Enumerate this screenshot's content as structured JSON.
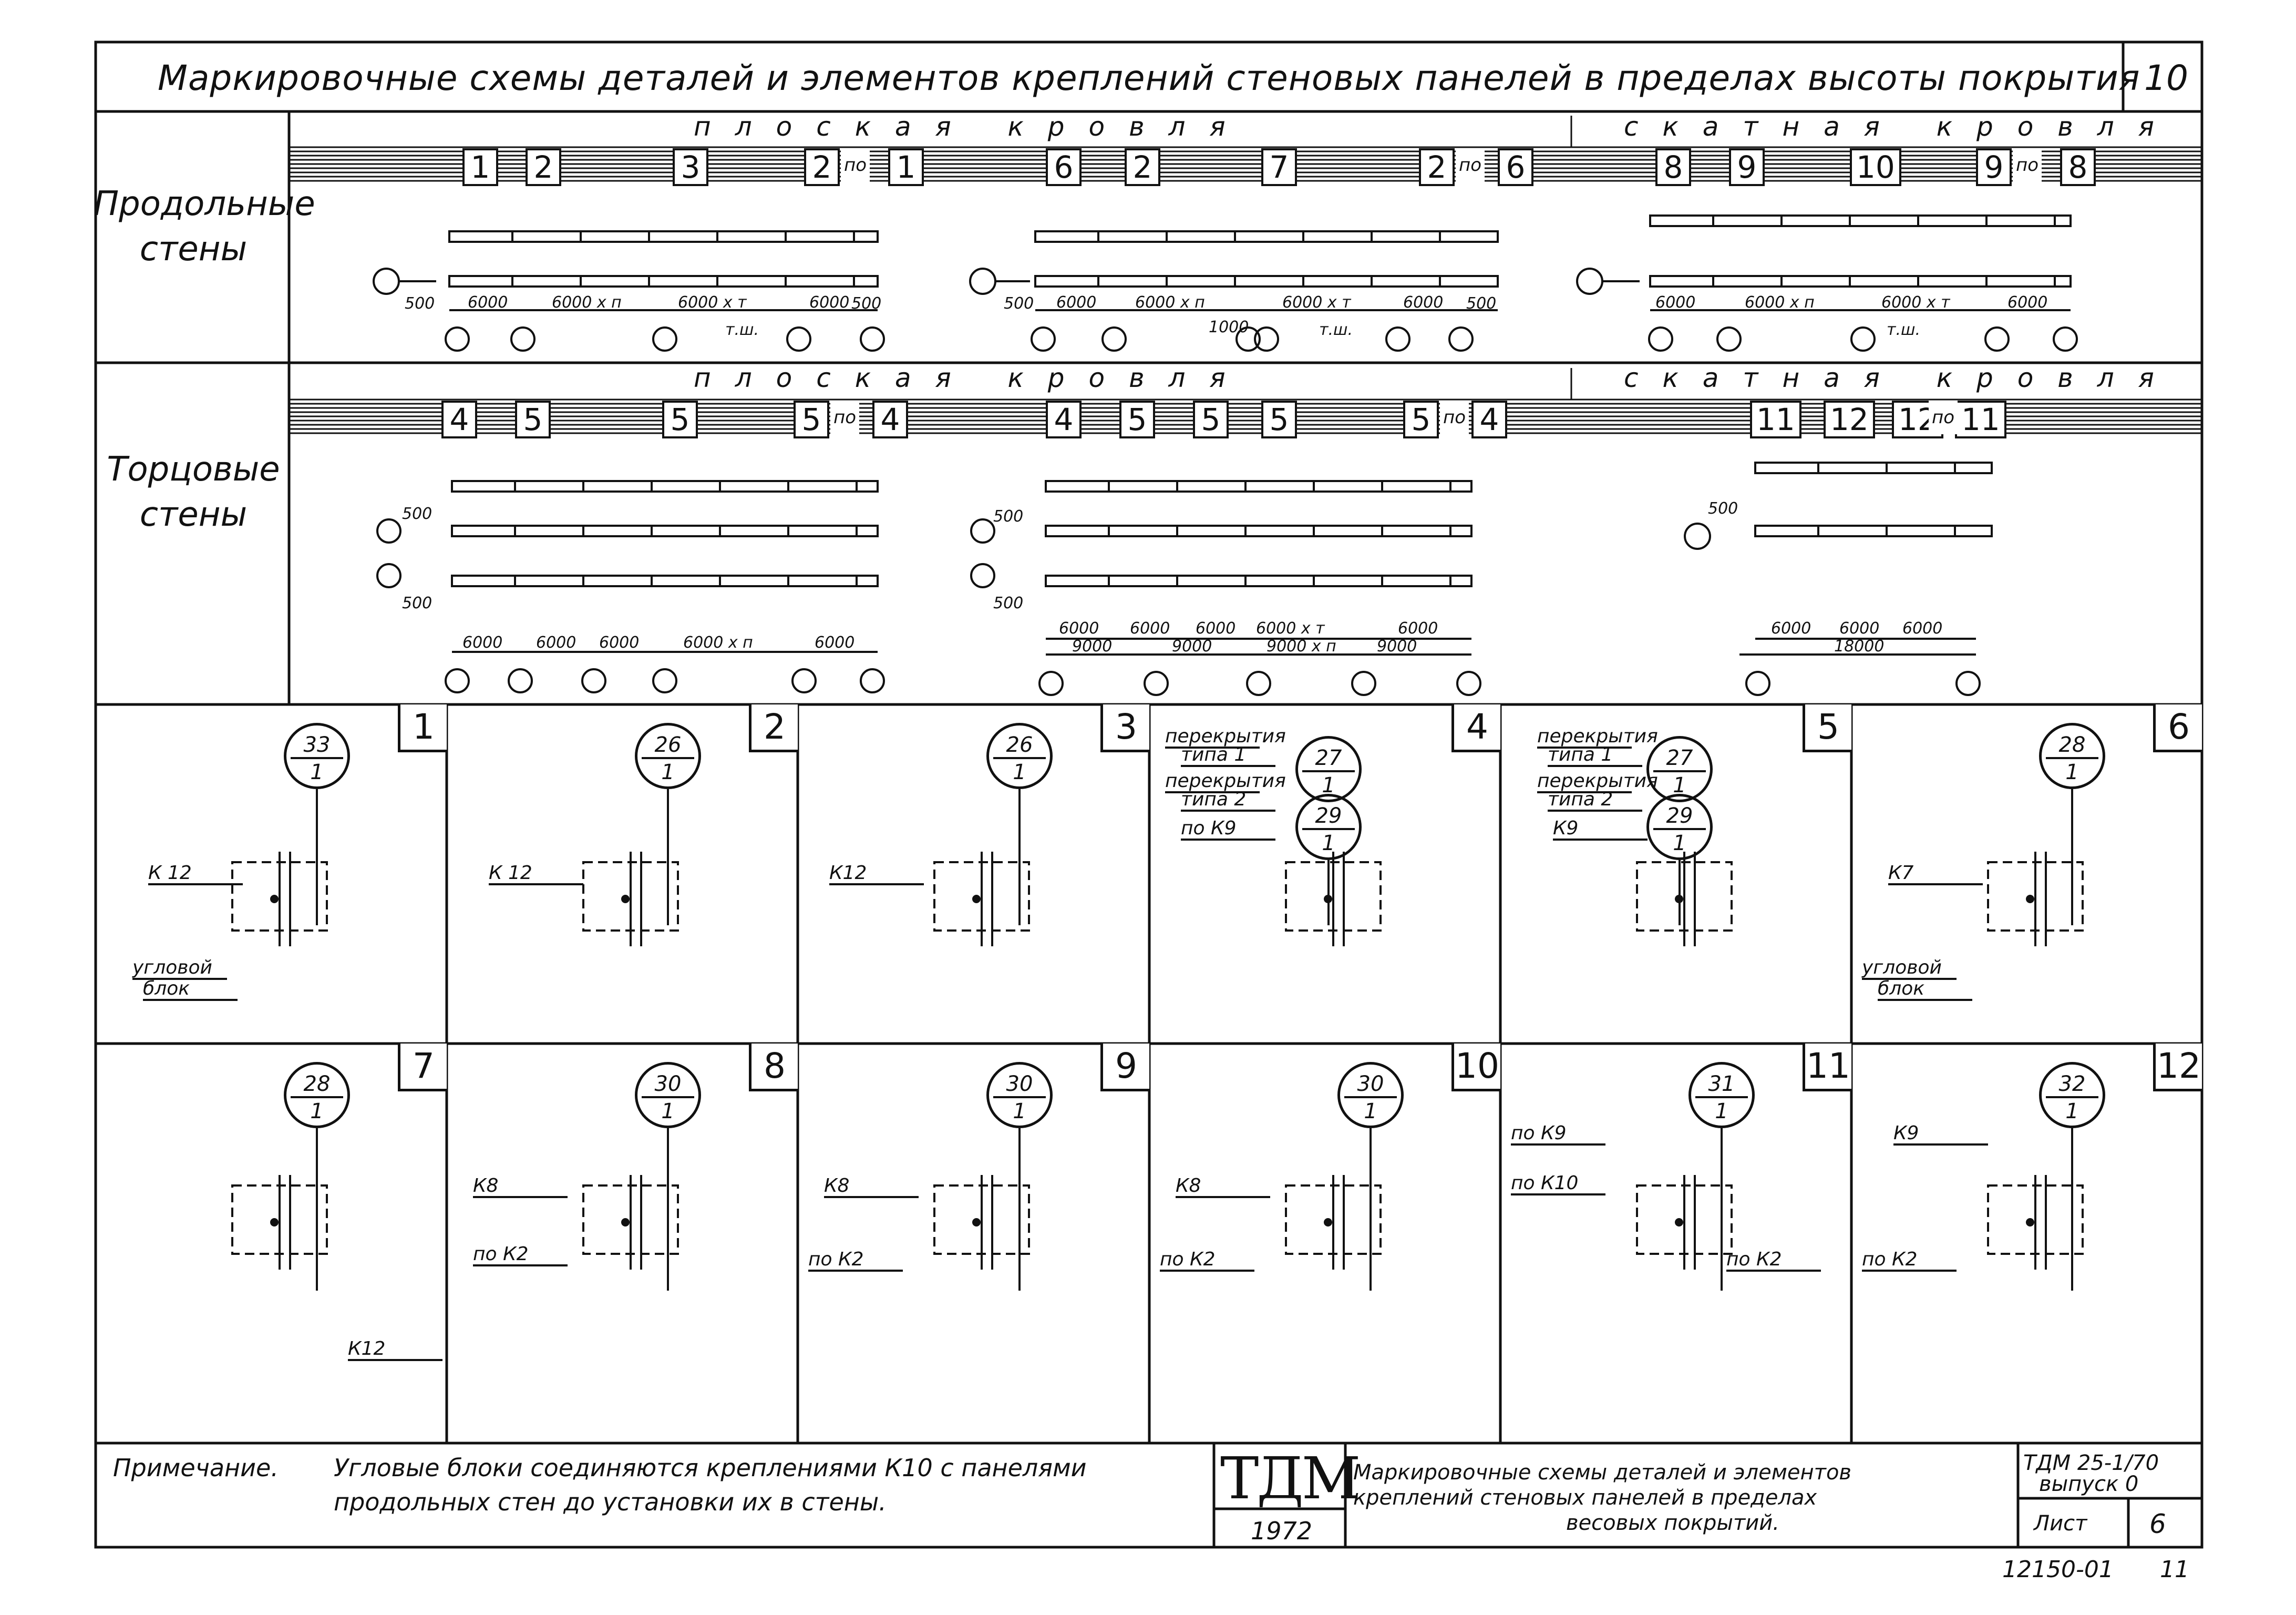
{
  "header": {
    "title": "Маркировочные схемы деталей и элементов креплений стеновых панелей в пределах высоты покрытия",
    "sheet_number": "10"
  },
  "sections": {
    "longitudinal": {
      "label_line1": "Продольные",
      "label_line2": "стены",
      "roof_flat": "плоская кровля",
      "roof_pitched": "скатная кровля",
      "marks": [
        "1",
        "2",
        "3",
        "2",
        "1",
        "6",
        "2",
        "7",
        "2",
        "6",
        "8",
        "9",
        "10",
        "9",
        "8"
      ],
      "po_label": "по",
      "dims_a": [
        "500",
        "6000",
        "6000 x п",
        "6000 x т",
        "6000",
        "500"
      ],
      "dims_b": [
        "500",
        "6000",
        "6000 x п",
        "1000",
        "6000 x т",
        "6000",
        "500"
      ],
      "dims_c": [
        "6000",
        "6000 x п",
        "6000 x т",
        "6000"
      ],
      "tsh": "т.ш."
    },
    "end": {
      "label_line1": "Торцовые",
      "label_line2": "стены",
      "roof_flat": "плоская кровля",
      "roof_pitched": "скатная кровля",
      "marks": [
        "4",
        "5",
        "5",
        "5",
        "4",
        "4",
        "5",
        "5",
        "5",
        "5",
        "4",
        "11",
        "12",
        "12",
        "11"
      ],
      "po_label": "по",
      "dims_a": [
        "500",
        "500",
        "6000",
        "6000",
        "6000",
        "6000 x п",
        "6000"
      ],
      "dims_b_top": [
        "6000",
        "6000",
        "6000",
        "6000 x т",
        "6000"
      ],
      "dims_b_bot": [
        "9000",
        "9000",
        "9000 x п",
        "9000"
      ],
      "dims_b_side": [
        "500",
        "500"
      ],
      "dims_c": [
        "500",
        "6000",
        "6000",
        "6000",
        "18000"
      ]
    }
  },
  "details": [
    {
      "num": "1",
      "circle_top": "33",
      "circle_bot": "1",
      "labels": [
        "К 12",
        "угловой",
        "блок"
      ]
    },
    {
      "num": "2",
      "circle_top": "26",
      "circle_bot": "1",
      "labels": [
        "К 12"
      ]
    },
    {
      "num": "3",
      "circle_top": "26",
      "circle_bot": "1",
      "labels": [
        "К12"
      ]
    },
    {
      "num": "4",
      "circle_top": "27",
      "circle_bot": "1",
      "circle2_top": "29",
      "circle2_bot": "1",
      "labels": [
        "перекрытия",
        "типа 1",
        "перекрытия",
        "типа 2",
        "по К9"
      ]
    },
    {
      "num": "5",
      "circle_top": "27",
      "circle_bot": "1",
      "circle2_top": "29",
      "circle2_bot": "1",
      "labels": [
        "перекрытия",
        "типа 1",
        "перекрытия",
        "типа 2",
        "К9"
      ]
    },
    {
      "num": "6",
      "circle_top": "28",
      "circle_bot": "1",
      "labels": [
        "К7",
        "угловой",
        "блок"
      ]
    },
    {
      "num": "7",
      "circle_top": "28",
      "circle_bot": "1",
      "labels": [
        "К12"
      ]
    },
    {
      "num": "8",
      "circle_top": "30",
      "circle_bot": "1",
      "labels": [
        "К8",
        "по К2"
      ]
    },
    {
      "num": "9",
      "circle_top": "30",
      "circle_bot": "1",
      "labels": [
        "К8",
        "по К2"
      ]
    },
    {
      "num": "10",
      "circle_top": "30",
      "circle_bot": "1",
      "labels": [
        "К8",
        "по К2"
      ]
    },
    {
      "num": "11",
      "circle_top": "31",
      "circle_bot": "1",
      "labels": [
        "по К9",
        "по К10",
        "по К2"
      ]
    },
    {
      "num": "12",
      "circle_top": "32",
      "circle_bot": "1",
      "labels": [
        "К9",
        "по К2"
      ]
    }
  ],
  "footer": {
    "note_label": "Примечание.",
    "note_line1": "Угловые блоки соединяются креплениями К10 с панелями",
    "note_line2": "продольных стен до установки их в стены.",
    "org": "ТДМ",
    "year": "1972",
    "desc_line1": "Маркировочные схемы деталей и элементов",
    "desc_line2": "креплений стеновых панелей в пределах",
    "desc_line3": "весовых покрытий.",
    "code_line1": "ТДМ 25-1/70",
    "code_line2": "выпуск 0",
    "list_label": "Лист",
    "list_num": "6",
    "archive": "12150-01",
    "archive_page": "11"
  }
}
